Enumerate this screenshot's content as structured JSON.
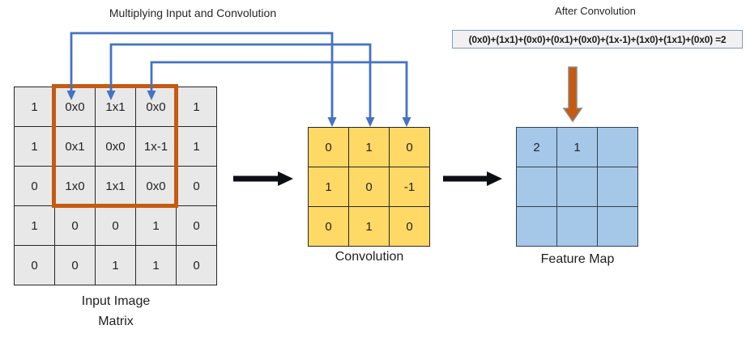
{
  "colors": {
    "connector_blue": "#4472c4",
    "flow_black": "#0d0d15",
    "result_orange": "#c55a11",
    "result_outline": "#8a8a8a",
    "highlight_orange": "#c55a11",
    "input_cell_bg": "#e8e8e8",
    "kernel_cell_bg": "#ffd966",
    "feature_cell_bg": "#a5c8e8",
    "grid_line": "#262626",
    "feature_grid_line": "#33404f",
    "formula_border": "#7f9cb8",
    "formula_bg": "#f1f1f2"
  },
  "header": {
    "multiply_label": "Multiplying Input and Convolution",
    "after_label": "After Convolution",
    "formula": "(0x0)+(1x1)+(0x0)+(0x1)+(0x0)+(1x-1)+(1x0)+(1x1)+(0x0) =2"
  },
  "input_matrix": {
    "label_line1": "Input Image",
    "label_line2": "Matrix",
    "rows": [
      [
        "1",
        "0x0",
        "1x1",
        "0x0",
        "1"
      ],
      [
        "1",
        "0x1",
        "0x0",
        "1x-1",
        "1"
      ],
      [
        "0",
        "1x0",
        "1x1",
        "0x0",
        "0"
      ],
      [
        "1",
        "0",
        "0",
        "1",
        "0"
      ],
      [
        "0",
        "0",
        "1",
        "1",
        "0"
      ]
    ]
  },
  "convolution": {
    "label": "Convolution",
    "rows": [
      [
        "0",
        "1",
        "0"
      ],
      [
        "1",
        "0",
        "-1"
      ],
      [
        "0",
        "1",
        "0"
      ]
    ]
  },
  "feature_map": {
    "label": "Feature Map",
    "rows": [
      [
        "2",
        "1",
        ""
      ],
      [
        "",
        "",
        ""
      ],
      [
        "",
        "",
        ""
      ]
    ]
  }
}
